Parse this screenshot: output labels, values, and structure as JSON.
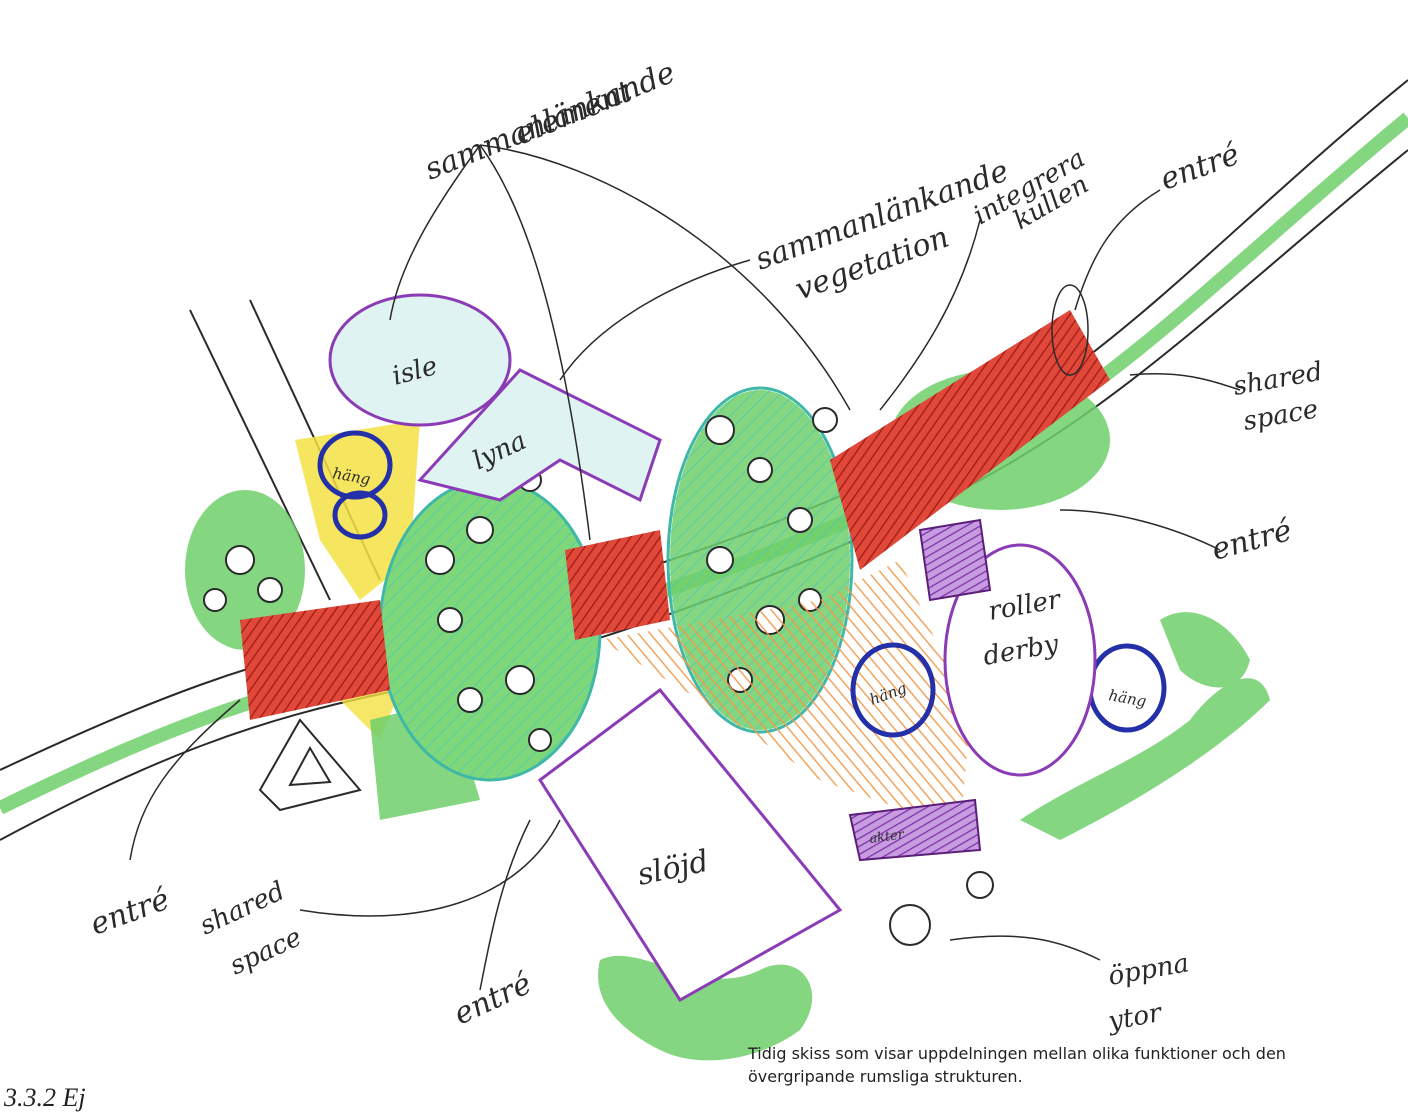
{
  "labels": {
    "sammanlankande_element": [
      "sammanlänkande",
      "element"
    ],
    "sammanlankande_vegetation": [
      "sammanlänkande",
      "vegetation"
    ],
    "integrera_kullen": [
      "integrera",
      "kullen"
    ],
    "entre_top": "entré",
    "shared_space_right": [
      "shared",
      "space"
    ],
    "entre_right": "entré",
    "entre_left": "entré",
    "shared_space_left": [
      "shared",
      "space"
    ],
    "entre_bottom": "entré",
    "oppna_ytor": [
      "öppna",
      "ytor"
    ],
    "isle": "isle",
    "lyna": "lyna",
    "hang_1": "häng",
    "hang_2": "häng",
    "hang_3": "häng",
    "roller_derby": [
      "roller",
      "derby"
    ],
    "slojd": "slöjd",
    "akter": "akter"
  },
  "caption": "Tidig skiss som visar uppdelningen mellan olika funktioner och den övergripande rumsliga strukturen.",
  "heading": "3.3.2 Ej",
  "colors": {
    "green": "#6fcf6a",
    "red": "#d93a2a",
    "orange": "#f29a4a",
    "purple": "#8a3bb5",
    "blue": "#2430a8",
    "yellow": "#f5e142",
    "teal": "#4fc7b8",
    "ink": "#2a2a2a"
  }
}
